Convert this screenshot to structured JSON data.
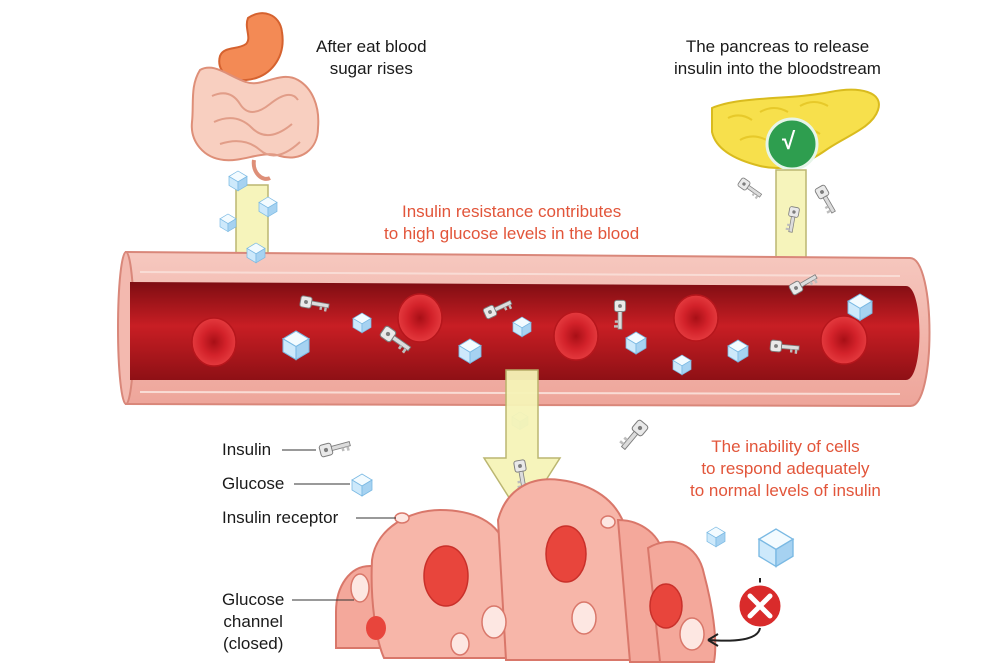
{
  "colors": {
    "vessel_outer": "#f2b7ae",
    "vessel_inner": "#b3141a",
    "blood_cell": "#d9222a",
    "cell_fill": "#f4a89b",
    "cell_stroke": "#d9776a",
    "nucleus": "#e8453c",
    "arrow_fill": "#f6f4b8",
    "arrow_stroke": "#b8b36a",
    "annotation_red": "#e2553a",
    "check_green": "#2e9e4f",
    "cross_red": "#d92b2b"
  },
  "icons": {
    "check": "check-icon",
    "cross": "cross-icon",
    "insulin_key": "key-icon",
    "glucose_cube": "ice-cube-icon"
  },
  "labels": {
    "after_eat": [
      "After eat blood",
      "sugar rises"
    ],
    "pancreas": [
      "The pancreas to release",
      "insulin into the bloodstream"
    ],
    "resistance": [
      "Insulin resistance contributes",
      "to high glucose levels in the blood"
    ],
    "inability": [
      "The inability of cells",
      "to respond adequately",
      "to normal levels of insulin"
    ],
    "legend_insulin": "Insulin",
    "legend_glucose": "Glucose",
    "legend_receptor": "Insulin receptor",
    "legend_channel": [
      "Glucose",
      "channel",
      "(closed)"
    ],
    "check_symbol": "√"
  }
}
